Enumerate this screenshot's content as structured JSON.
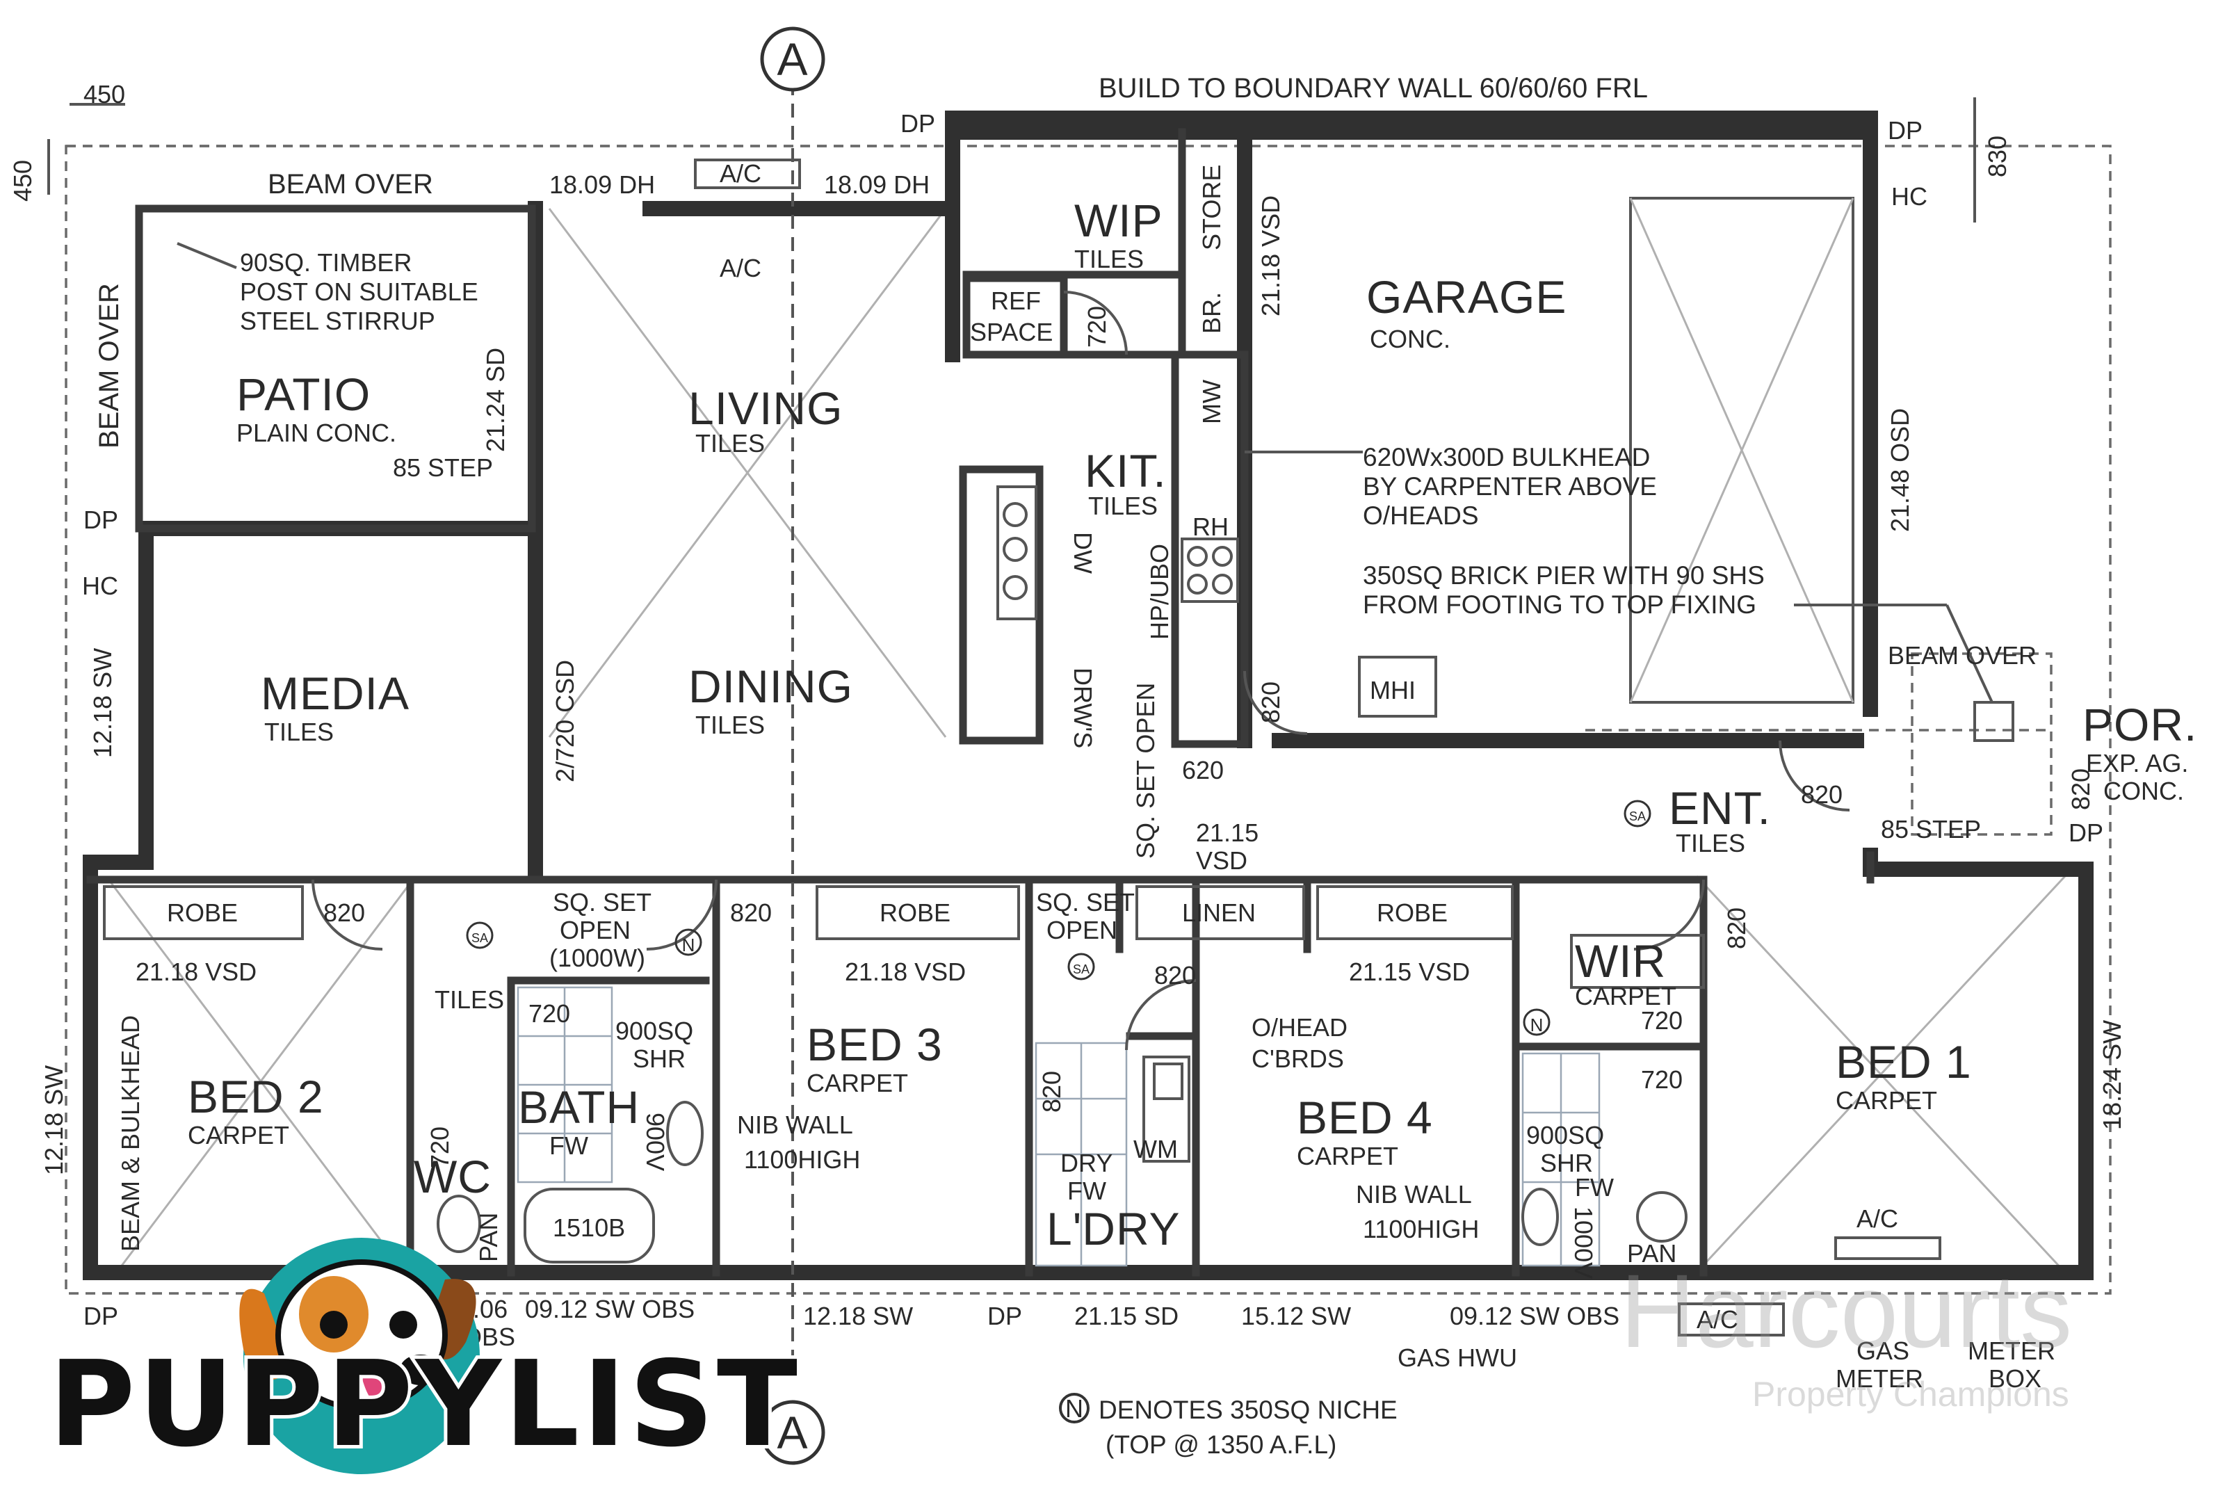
{
  "title": "BUILD TO BOUNDARY WALL 60/60/60 FRL",
  "section_marker": "A",
  "dims": {
    "top_450": "450",
    "left_450": "450",
    "right_830": "830",
    "patio_right": "21.24 SD",
    "ac_left": "18.09 DH",
    "ac_right": "18.09 DH",
    "garage_left": "21.18 VSD",
    "garage_right": "21.48 OSD",
    "media_left": "12.18 SW",
    "media_right": "2/720 CSD",
    "bed2_left": "12.18 SW",
    "bed1_right": "18.24 SW",
    "dr720_kit": "720",
    "dr820_kit": "820",
    "dr620": "620",
    "sqset_vert": "SQ. SET OPEN",
    "vsd2115": "21.15",
    "vsd_label": "VSD",
    "dr820_ent1": "820",
    "dr820_ent2": "820",
    "bot_0906": "09.06",
    "bot_obs": "OBS",
    "bot_0912": "09.12 SW OBS",
    "bot_1218": "12.18 SW",
    "bot_2115": "21.15 SD",
    "bot_1512": "15.12 SW",
    "bot_0912b": "09.12 SW OBS"
  },
  "labels": {
    "beam_over_top": "BEAM OVER",
    "beam_over_left": "BEAM OVER",
    "beam_over_por": "BEAM OVER",
    "beam_bulkhead": "BEAM & BULKHEAD",
    "dp_tl": "DP",
    "dp_tr": "DP",
    "dp_left": "DP",
    "dp_bl": "DP",
    "dp_bm": "DP",
    "dp_por": "DP",
    "hc_tr": "HC",
    "hc_left": "HC",
    "ac_top": "A/C",
    "ac_living": "A/C",
    "ac_bed1": "A/C",
    "ac_bottom": "A/C",
    "post_note_1": "90SQ. TIMBER",
    "post_note_2": "POST ON SUITABLE",
    "post_note_3": "STEEL STIRRUP",
    "step_patio": "85 STEP",
    "step_por": "85 STEP",
    "ref_1": "REF",
    "ref_2": "SPACE",
    "store": "STORE",
    "br": "BR.",
    "mw": "MW",
    "dw": "DW",
    "rh": "RH",
    "hp_ubo": "HP/UBO",
    "drws": "DRW'S",
    "mhi": "MHI",
    "bulk_1": "620Wx300D BULKHEAD",
    "bulk_2": "BY CARPENTER ABOVE",
    "bulk_3": "O/HEADS",
    "pier_1": "350SQ BRICK PIER WITH 90 SHS",
    "pier_2": "FROM FOOTING TO TOP FIXING",
    "robe_a": "ROBE",
    "robe_b": "ROBE",
    "robe_c": "ROBE",
    "linen": "LINEN",
    "d820_a": "820",
    "d820_b": "820",
    "d820_c": "820",
    "d820_d": "820",
    "sqset_1": "SQ. SET",
    "sqset_2": "OPEN",
    "sqset_3": "(1000W)",
    "sqset_4": "SQ. SET",
    "sqset_5": "OPEN",
    "vsd_bed2": "21.18 VSD",
    "vsd_bed3": "21.18 VSD",
    "vsd_bed4": "21.15 VSD",
    "hall_tiles": "TILES",
    "d720_bath": "720",
    "shr_1": "900SQ",
    "shr_2": "SHR",
    "fw_bath": "FW",
    "v900": "900V",
    "bath_size": "1510B",
    "d720_wc": "720",
    "pan_wc": "PAN",
    "nib_1": "NIB WALL",
    "nib_2": "1100HIGH",
    "nib_3": "NIB WALL",
    "nib_4": "1100HIGH",
    "ohead_1": "O/HEAD",
    "ohead_2": "C'BRDS",
    "wm": "WM",
    "dry": "DRY",
    "fw_ldry": "FW",
    "d820_ldry": "820",
    "shr_3": "900SQ",
    "shr_4": "SHR",
    "fw_ens": "FW",
    "v1000": "1000V",
    "pan_ens": "PAN",
    "d720_wir": "720",
    "d720_ens": "720",
    "gas_hwu": "GAS HWU",
    "gas_meter_1": "GAS",
    "gas_meter_2": "METER",
    "meter_box_1": "METER",
    "meter_box_2": "BOX",
    "niche_1": "DENOTES 350SQ NICHE",
    "niche_2": "(TOP @ 1350 A.F.L)",
    "niche_sym": "N",
    "sa": "SA"
  },
  "rooms": {
    "patio": {
      "name": "PATIO",
      "finish": "PLAIN CONC."
    },
    "living": {
      "name": "LIVING",
      "finish": "TILES"
    },
    "wip": {
      "name": "WIP",
      "finish": "TILES"
    },
    "garage": {
      "name": "GARAGE",
      "finish": "CONC."
    },
    "kit": {
      "name": "KIT.",
      "finish": "TILES"
    },
    "media": {
      "name": "MEDIA",
      "finish": "TILES"
    },
    "dining": {
      "name": "DINING",
      "finish": "TILES"
    },
    "entry": {
      "name": "ENT.",
      "finish": "TILES"
    },
    "porch": {
      "name": "POR.",
      "finish_1": "EXP. AG.",
      "finish_2": "CONC."
    },
    "bed2": {
      "name": "BED 2",
      "finish": "CARPET"
    },
    "bed3": {
      "name": "BED 3",
      "finish": "CARPET"
    },
    "bed4": {
      "name": "BED 4",
      "finish": "CARPET"
    },
    "bed1": {
      "name": "BED 1",
      "finish": "CARPET"
    },
    "wir": {
      "name": "WIR",
      "finish": "CARPET"
    },
    "bath": {
      "name": "BATH"
    },
    "wc": {
      "name": "WC"
    },
    "ldry": {
      "name": "L'DRY"
    }
  },
  "branding": {
    "logo_text": "PUPPYLIST",
    "logo_accent": "#1aa3a3",
    "watermark_1": "Harcourts",
    "watermark_2": "Property Champions"
  }
}
